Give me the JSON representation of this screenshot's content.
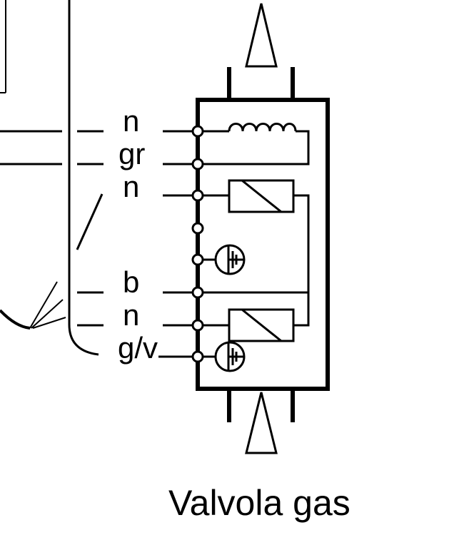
{
  "diagram": {
    "title": "Valvola gas",
    "wire_labels": [
      "n",
      "gr",
      "n",
      "b",
      "n",
      "g/v"
    ]
  }
}
